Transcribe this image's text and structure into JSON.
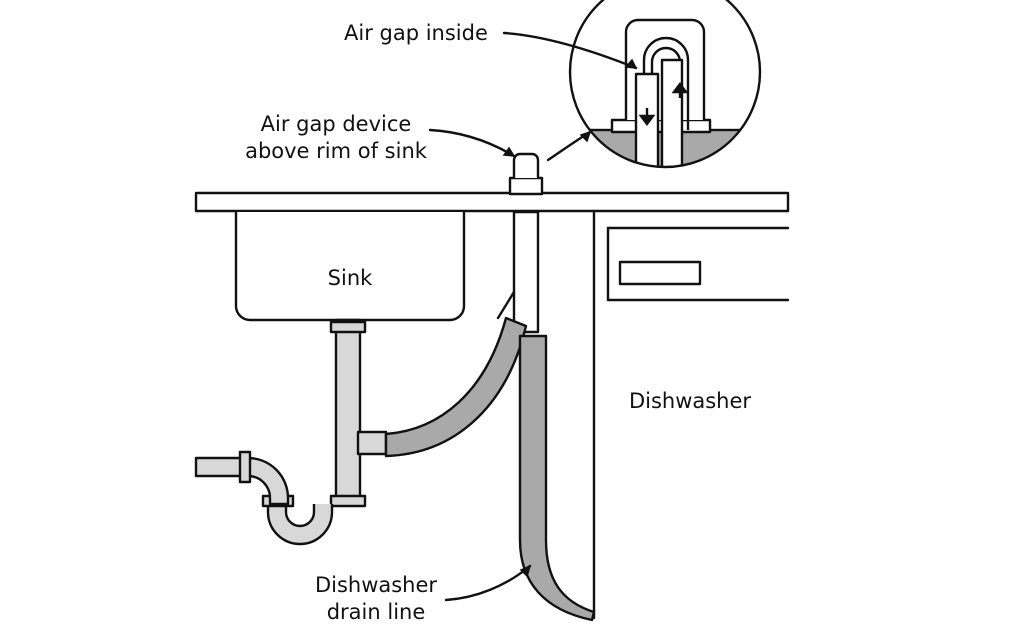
{
  "labels": {
    "air_gap_inside": "Air gap inside",
    "air_gap_device_line1": "Air gap device",
    "air_gap_device_line2": "above rim of sink",
    "sink": "Sink",
    "dishwasher": "Dishwasher",
    "drain_line_line1": "Dishwasher",
    "drain_line_line2": "drain line"
  },
  "colors": {
    "outline": "#111111",
    "hose_fill": "#a9a9a9",
    "pipe_fill": "#d8d8d8",
    "background": "#ffffff"
  }
}
